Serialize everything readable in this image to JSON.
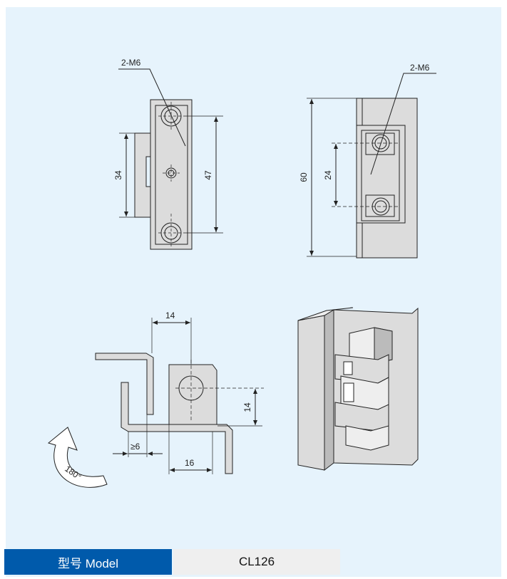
{
  "drawing": {
    "front_view": {
      "thread_callout": "2-M6",
      "dim_bracket": "34",
      "dim_hole_pitch": "47"
    },
    "side_view": {
      "thread_callout": "2-M6",
      "dim_height": "60",
      "dim_hole_pitch": "24"
    },
    "top_view": {
      "dim_offset_top": "14",
      "dim_offset_right": "14",
      "dim_gap": "≥6",
      "dim_width": "16",
      "rotation": "180°"
    }
  },
  "spec_table": {
    "model_label": "型号 Model",
    "model_value": "CL126"
  },
  "colors": {
    "background": "#e6f3fc",
    "label_blue": "#005aab",
    "part_gray": "#dcdcdc"
  }
}
